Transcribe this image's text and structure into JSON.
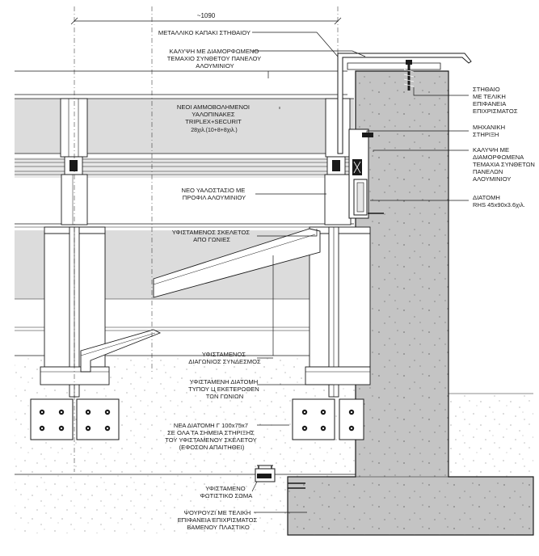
{
  "dimension": "~1090",
  "labels": {
    "metal_cap": [
      "ΜΕΤΑΛΛΙΚΟ ΚΑΠΑΚΙ ΣΤΗΘΑΙΟΥ"
    ],
    "cladding_top": [
      "ΚΑΛΥΨΗ ΜΕ ΔΙΑΜΟΡΦΩΜΕΝΟ",
      "ΤΕΜΑΧΙΟ ΣΥΝΘΕΤΟΥ ΠΑΝΕΛΟΥ",
      "ΑΛΟΥΜΙΝΙΟΥ"
    ],
    "glass": [
      "ΝΕΟΙ ΑΜΜΟΒΟΛΗΜΕΝΟΙ",
      "ΥΑΛΟΠΙΝΑΚΕΣ",
      "TRIPLEX+SECURIT",
      "28χιλ.(10+8+8χιλ.)"
    ],
    "parapet": [
      "ΣΤΗΘΑΙΟ",
      "ΜΕ ΤΕΛΙΚΗ",
      "ΕΠΙΦΑΝΕΙΑ",
      "ΕΠΙΧΡΙΣΜΑΤΟΣ"
    ],
    "mech_support": [
      "ΜΗΧΑΝΙΚΗ",
      "ΣΤΗΡΙΞΗ"
    ],
    "cladding_right": [
      "ΚΑΛΥΨΗ ΜΕ",
      "ΔΙΑΜΟΡΦΩΜΕΝΑ",
      "ΤΕΜΑΧΙΑ ΣΥΝΘΕΤΩΝ",
      "ΠΑΝΕΛΩΝ",
      "ΑΛΟΥΜΙΝΙΟΥ"
    ],
    "glazing_profile": [
      "ΝΕΟ ΥΑΛΟΣΤΑΣΙΟ ΜΕ",
      "ΠΡΟΦΙΛ ΑΛΟΥΜΙΝΙΟΥ"
    ],
    "rhs_section": [
      "ΔΙΑΤΟΜΗ",
      "RHS 45x90x3.6χιλ."
    ],
    "existing_frame": [
      "ΥΦΙΣΤΑΜΕΝΟΣ ΣΚΕΛΕΤΟΣ",
      "ΑΠΟ ΓΩΝΙΕΣ"
    ],
    "existing_brace": [
      "ΥΦΙΣΤΑΜΕΝΟΣ",
      "ΔΙΑΓΩΝΙΟΣ ΣΥΝΔΕΣΜΟΣ"
    ],
    "existing_section": [
      "ΥΦΙΣΤΑΜΕΝΗ ΔΙΑΤΟΜΗ",
      "ΤΥΠΟΥ Ц ΕΚΕΤΕΡΩΘΕΝ",
      "ΤΩΝ ΓΩΝΙΩΝ"
    ],
    "new_angle": [
      "ΝΕΑ ΔΙΑΤΟΜΗ Γ 100x75x7",
      "ΣΕ ΟΛΑ ΤΑ ΣΗΜΕΙΑ ΣΤΗΡΙΞΗΣ",
      "ΤΟΥ ΥΦΙΣΤΑΜΕΝΟΥ ΣΚΕΛΕΤΟΥ",
      "(ΕΦΟΣΟΝ ΑΠΑΙΤΗΘΕΙ)"
    ],
    "luminaire": [
      "ΥΦΙΣΤΑΜΕΝΟ",
      "ΦΩΤΙΣΤΙΚΟ ΣΩΜΑ"
    ],
    "ceiling": [
      "ΨΟΥΡΟΥΖΙ ΜΕ ΤΕΛΙΚΗ",
      "ΕΠΙΦΑΝΕΙΑ ΕΠΙΧΡΙΣΜΑΤΟΣ",
      "ΒΑΜΕΝΟΥ ΠΛΑΣΤΙΚΟ"
    ]
  },
  "colors": {
    "concrete": "#c4c4c4",
    "glass": "#dcdcdc",
    "line": "#1a1a1a",
    "steel": "#ffffff"
  }
}
